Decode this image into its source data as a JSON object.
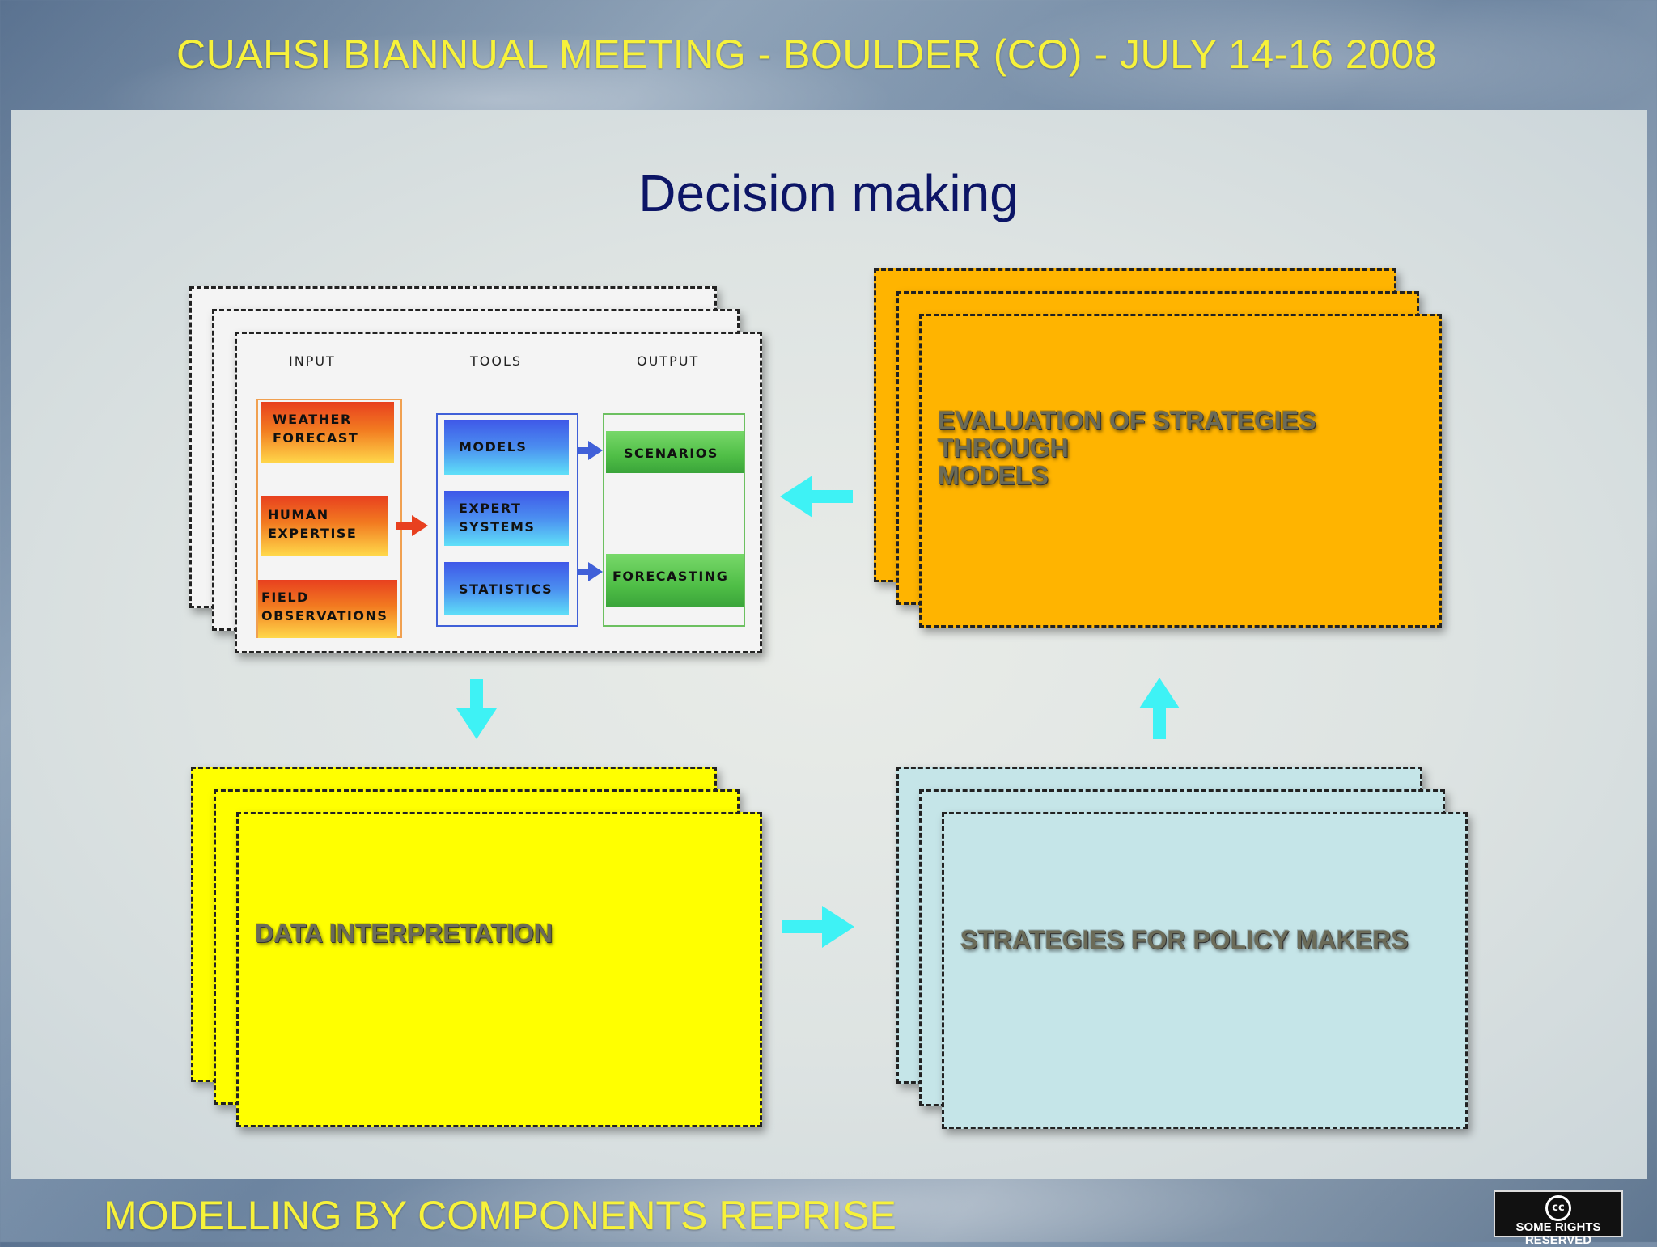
{
  "header": {
    "text": "CUAHSI BIANNUAL MEETING - BOULDER (CO) - JULY 14-16 2008"
  },
  "slide": {
    "title": "Decision making"
  },
  "footer": {
    "text": "MODELLING BY COMPONENTS REPRISE"
  },
  "license": {
    "icon": "cc",
    "text": "SOME RIGHTS RESERVED"
  },
  "diagram": {
    "columns": [
      "INPUT",
      "TOOLS",
      "OUTPUT"
    ],
    "inputs": [
      [
        "WEATHER",
        "FORECAST"
      ],
      [
        "HUMAN",
        "EXPERTISE"
      ],
      [
        "FIELD",
        "OBSERVATIONS"
      ]
    ],
    "tools": [
      [
        "MODELS"
      ],
      [
        "EXPERT",
        "SYSTEMS"
      ],
      [
        "STATISTICS"
      ]
    ],
    "outputs": [
      [
        "SCENARIOS"
      ],
      [
        "FORECASTING"
      ]
    ]
  },
  "cards": {
    "evaluation": [
      "EVALUATION OF STRATEGIES",
      "THROUGH",
      "MODELS"
    ],
    "interpretation": "DATA INTERPRETATION",
    "strategies": "STRATEGIES FOR POLICY MAKERS"
  },
  "colors": {
    "header_text": "#f7f23a",
    "title": "#0c1566",
    "arrow": "#3ef2f5",
    "yellow_card": "#ffff00",
    "orange_card": "#ffb400",
    "cyan_card": "#c5e5e8"
  }
}
